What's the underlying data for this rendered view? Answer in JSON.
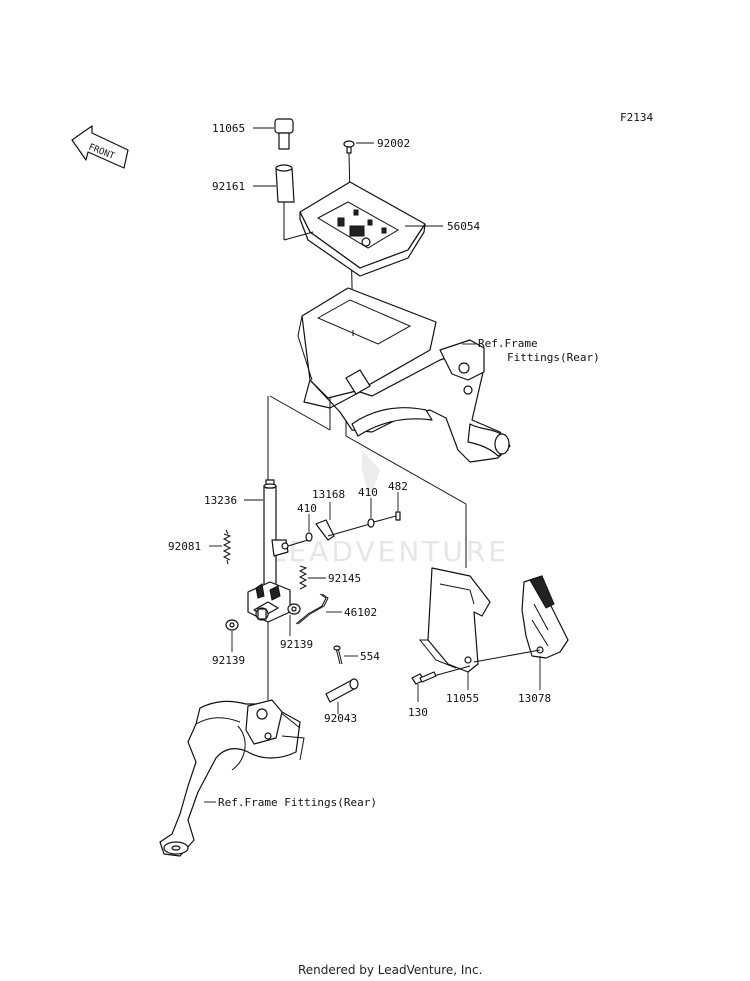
{
  "diagram": {
    "figure_code": "F2134",
    "front_label": "FRONT",
    "watermark": "LEADVENTURE",
    "footer": "Rendered by LeadVenture, Inc.",
    "callouts": {
      "p11065": "11065",
      "p92002": "92002",
      "p92161": "92161",
      "p56054": "56054",
      "ref_frame_upper_1": "Ref.Frame",
      "ref_frame_upper_2": "Fittings(Rear)",
      "p13236": "13236",
      "p13168": "13168",
      "p410a": "410",
      "p410b": "410",
      "p482": "482",
      "p92081": "92081",
      "p92145": "92145",
      "p46102": "46102",
      "p92139a": "92139",
      "p92139b": "92139",
      "p554": "554",
      "p92043": "92043",
      "p130": "130",
      "p11055": "11055",
      "p13078": "13078",
      "ref_frame_lower": "Ref.Frame Fittings(Rear)"
    }
  }
}
